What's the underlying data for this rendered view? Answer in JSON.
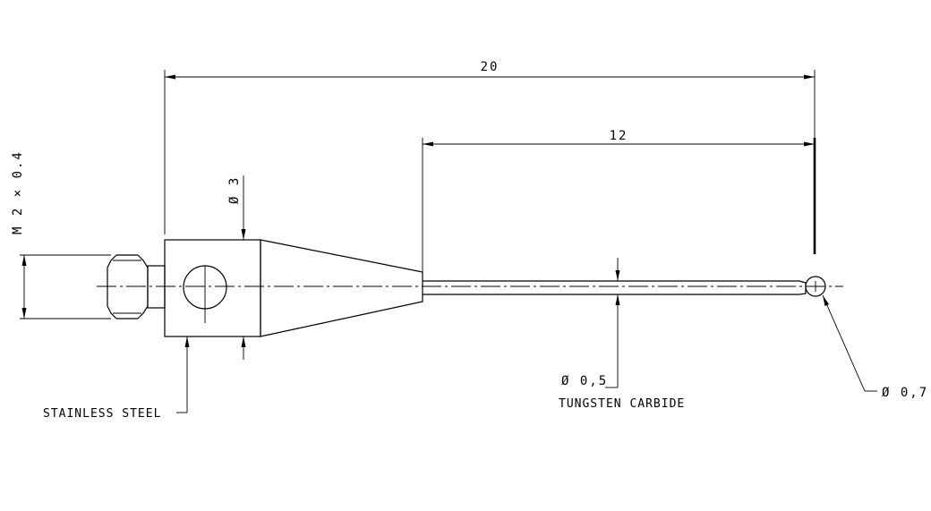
{
  "dimensions": {
    "overall_length": "20",
    "stem_length": "12",
    "body_diameter": "3",
    "thread": "M 2 × 0.4",
    "stem_diameter": "0,5",
    "ball_diameter": "0,7",
    "diameter_symbol": "Ø"
  },
  "materials": {
    "body": "STAINLESS STEEL",
    "stem": "TUNGSTEN CARBIDE"
  }
}
